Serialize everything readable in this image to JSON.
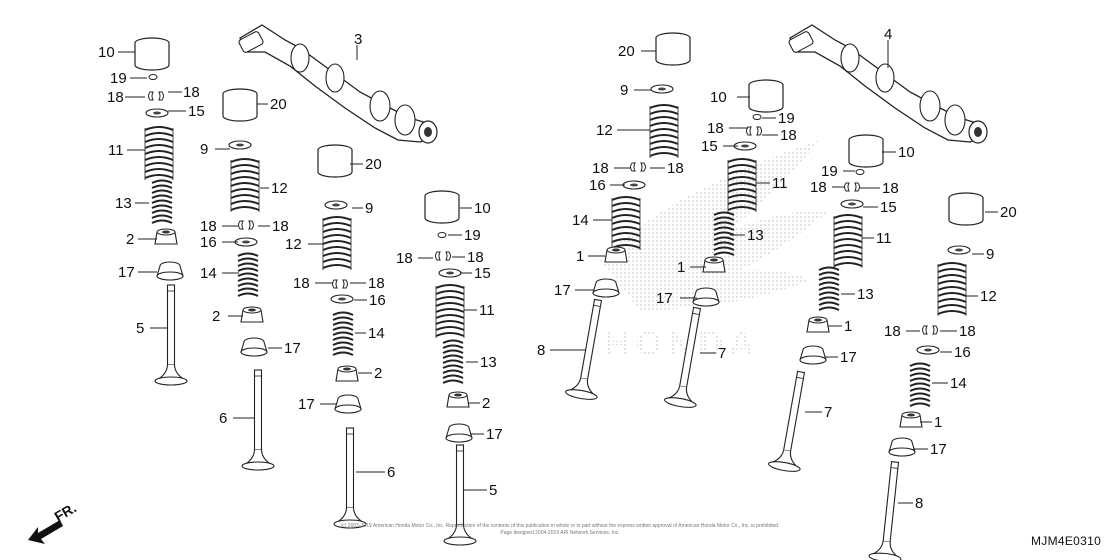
{
  "diagram": {
    "code": "MJM4E0310",
    "direction_label": "FR.",
    "copyright_line1": "(c) 2003-2019 American Honda Motor Co., Inc. Reproduction of the contents of this publication in whole or in part without the express written approval of American Honda Motor Co., Inc. is prohibited.",
    "copyright_line2": "Page designed 2004-2019 ARI Network Services, Inc.",
    "watermark_text": "HONDA"
  },
  "parts": [
    {
      "id": "camshaft-left",
      "num": "3"
    },
    {
      "id": "camshaft-right",
      "num": "4"
    },
    {
      "id": "lifter",
      "num": "10"
    },
    {
      "id": "shim",
      "num": "19"
    },
    {
      "id": "cotter",
      "num": "18"
    },
    {
      "id": "retainer",
      "num": "15"
    },
    {
      "id": "outer-spring",
      "num": "11"
    },
    {
      "id": "inner-spring",
      "num": "13"
    },
    {
      "id": "seat-a",
      "num": "2"
    },
    {
      "id": "seal",
      "num": "17"
    },
    {
      "id": "intake-valve",
      "num": "5"
    },
    {
      "id": "lifter-b",
      "num": "20"
    },
    {
      "id": "retainer-b",
      "num": "9"
    },
    {
      "id": "spring-b",
      "num": "12"
    },
    {
      "id": "seat-b",
      "num": "16"
    },
    {
      "id": "spring-c",
      "num": "14"
    },
    {
      "id": "seat-c",
      "num": "1"
    },
    {
      "id": "exhaust-valve",
      "num": "6"
    },
    {
      "id": "valve-7",
      "num": "7"
    },
    {
      "id": "valve-8",
      "num": "8"
    }
  ]
}
